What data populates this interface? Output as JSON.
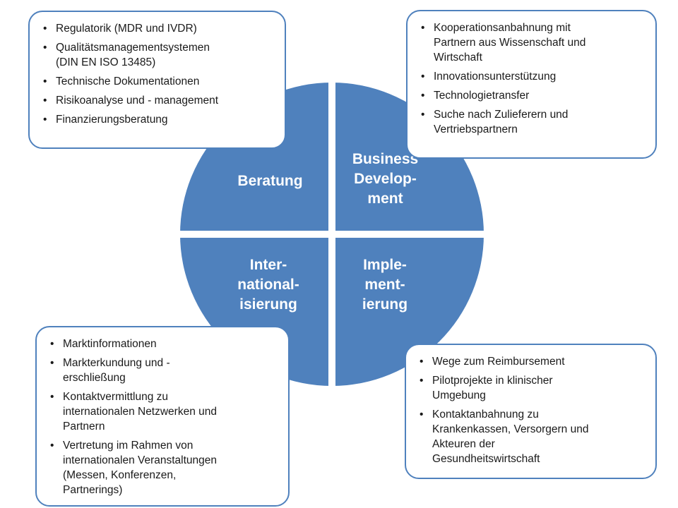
{
  "colors": {
    "circle_fill": "#4f81bd",
    "box_border": "#4f81bd",
    "label_text": "#ffffff",
    "body_text": "#1a1a1a"
  },
  "circle": {
    "quadrants": [
      {
        "id": "beratung",
        "label": "Beratung"
      },
      {
        "id": "business-development",
        "label": "Business\nDevelop-\nment"
      },
      {
        "id": "internationalisierung",
        "label": "Inter-\nnational-\nisierung"
      },
      {
        "id": "implementierung",
        "label": "Imple-\nment-\nierung"
      }
    ]
  },
  "boxes": {
    "top_left": {
      "items": [
        "Regulatorik (MDR und IVDR)",
        "Qualitätsmanagementsystemen\n(DIN EN ISO 13485)",
        "Technische Dokumentationen",
        "Risikoanalyse und - management",
        "Finanzierungsberatung"
      ]
    },
    "top_right": {
      "items": [
        "Kooperationsanbahnung mit\nPartnern aus Wissenschaft und\nWirtschaft",
        "Innovationsunterstützung",
        "Technologietransfer",
        "Suche nach Zulieferern und\nVertriebspartnern"
      ]
    },
    "bottom_left": {
      "items": [
        "Marktinformationen",
        "Markterkundung und -\nerschließung",
        "Kontaktvermittlung zu\ninternationalen Netzwerken und\nPartnern",
        "Vertretung im Rahmen von\ninternationalen Veranstaltungen\n(Messen, Konferenzen,\nPartnerings)"
      ]
    },
    "bottom_right": {
      "items": [
        "Wege zum Reimbursement",
        "Pilotprojekte in klinischer\nUmgebung",
        "Kontaktanbahnung zu\nKrankenkassen, Versorgern und\nAkteuren der\nGesundheitswirtschaft"
      ]
    }
  }
}
